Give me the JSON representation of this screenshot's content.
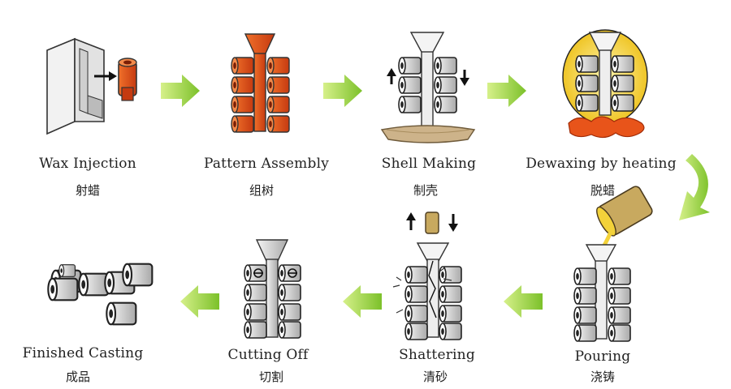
{
  "steps": [
    {
      "en": "Wax Injection",
      "zh": "射蜡"
    },
    {
      "en": "Pattern Assembly",
      "zh": "组树"
    },
    {
      "en": "Shell Making",
      "zh": "制壳"
    },
    {
      "en": "Dewaxing by heating",
      "zh": "脱蜡"
    },
    {
      "en": "Pouring",
      "zh": "浇铸"
    },
    {
      "en": "Shattering",
      "zh": "清砂"
    },
    {
      "en": "Cutting Off",
      "zh": "切割"
    },
    {
      "en": "Finished Casting",
      "zh": "成品"
    }
  ],
  "colors": {
    "arrow_green": "#8ccf2e",
    "wax_orange": "#e8541a",
    "shell_sand": "#cdb38a",
    "metal_gray": "#cfcfcf",
    "heat_yellow": "#f3d23a"
  }
}
